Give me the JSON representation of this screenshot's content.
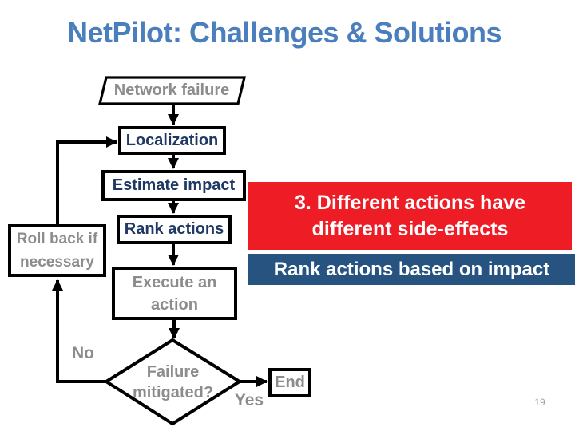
{
  "slide": {
    "title": "NetPilot: Challenges & Solutions",
    "page_number": "19"
  },
  "flow": {
    "network_failure": "Network failure",
    "localization": "Localization",
    "estimate_impact": "Estimate impact",
    "rank_actions": "Rank actions",
    "rollback": "Roll back if necessary",
    "execute": "Execute an action",
    "decision": "Failure mitigated?",
    "end": "End",
    "label_no": "No",
    "label_yes": "Yes"
  },
  "callouts": {
    "challenge_line1": "3. Different actions have",
    "challenge_line2": "different side-effects",
    "solution": "Rank actions based on impact"
  },
  "colors": {
    "title_text": "#4a7ebd",
    "node_text_primary": "#1f3864",
    "node_text_muted": "#8c8c8c",
    "node_border": "#000000",
    "connector": "#000000",
    "challenge_bg": "#ee1c25",
    "solution_bg": "#275381",
    "banner_text": "#ffffff",
    "page_number_text": "#a0a0a0",
    "background": "#ffffff"
  }
}
